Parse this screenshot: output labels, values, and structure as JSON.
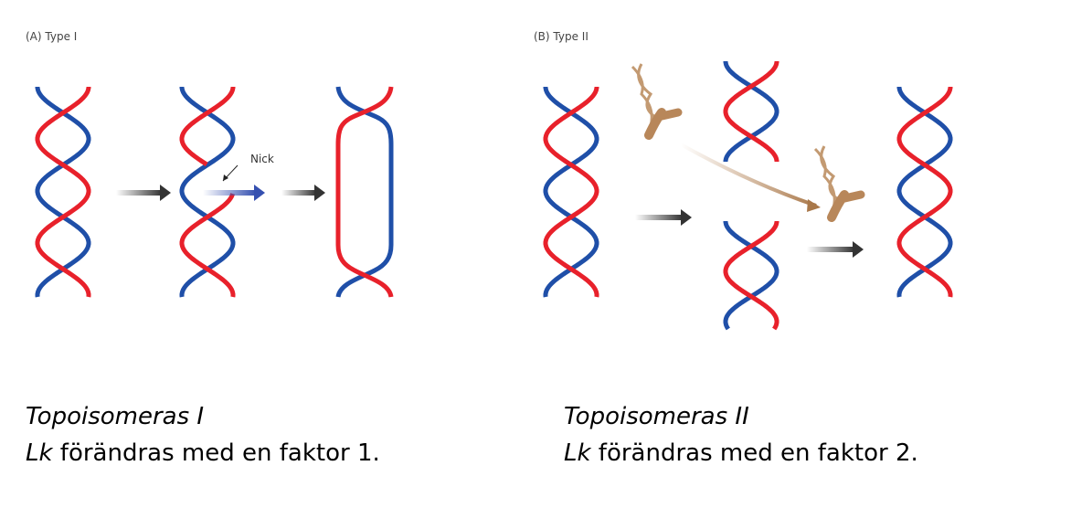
{
  "panel_a": {
    "label": "(A) Type I",
    "nick_label": "Nick",
    "caption_title": "Topoisomeras I",
    "caption_lk": "Lk",
    "caption_rest": " förändras med en faktor 1."
  },
  "panel_b": {
    "label": "(B) Type II",
    "caption_title": "Topoisomeras II",
    "caption_lk": "Lk",
    "caption_rest": " förändras med en faktor 2."
  },
  "colors": {
    "strand_red": "#e8212b",
    "strand_blue": "#1f4fa8",
    "arrow_gray": "#333333",
    "arrow_blue": "#3550b0",
    "enzyme_brown": "#b8875a"
  }
}
